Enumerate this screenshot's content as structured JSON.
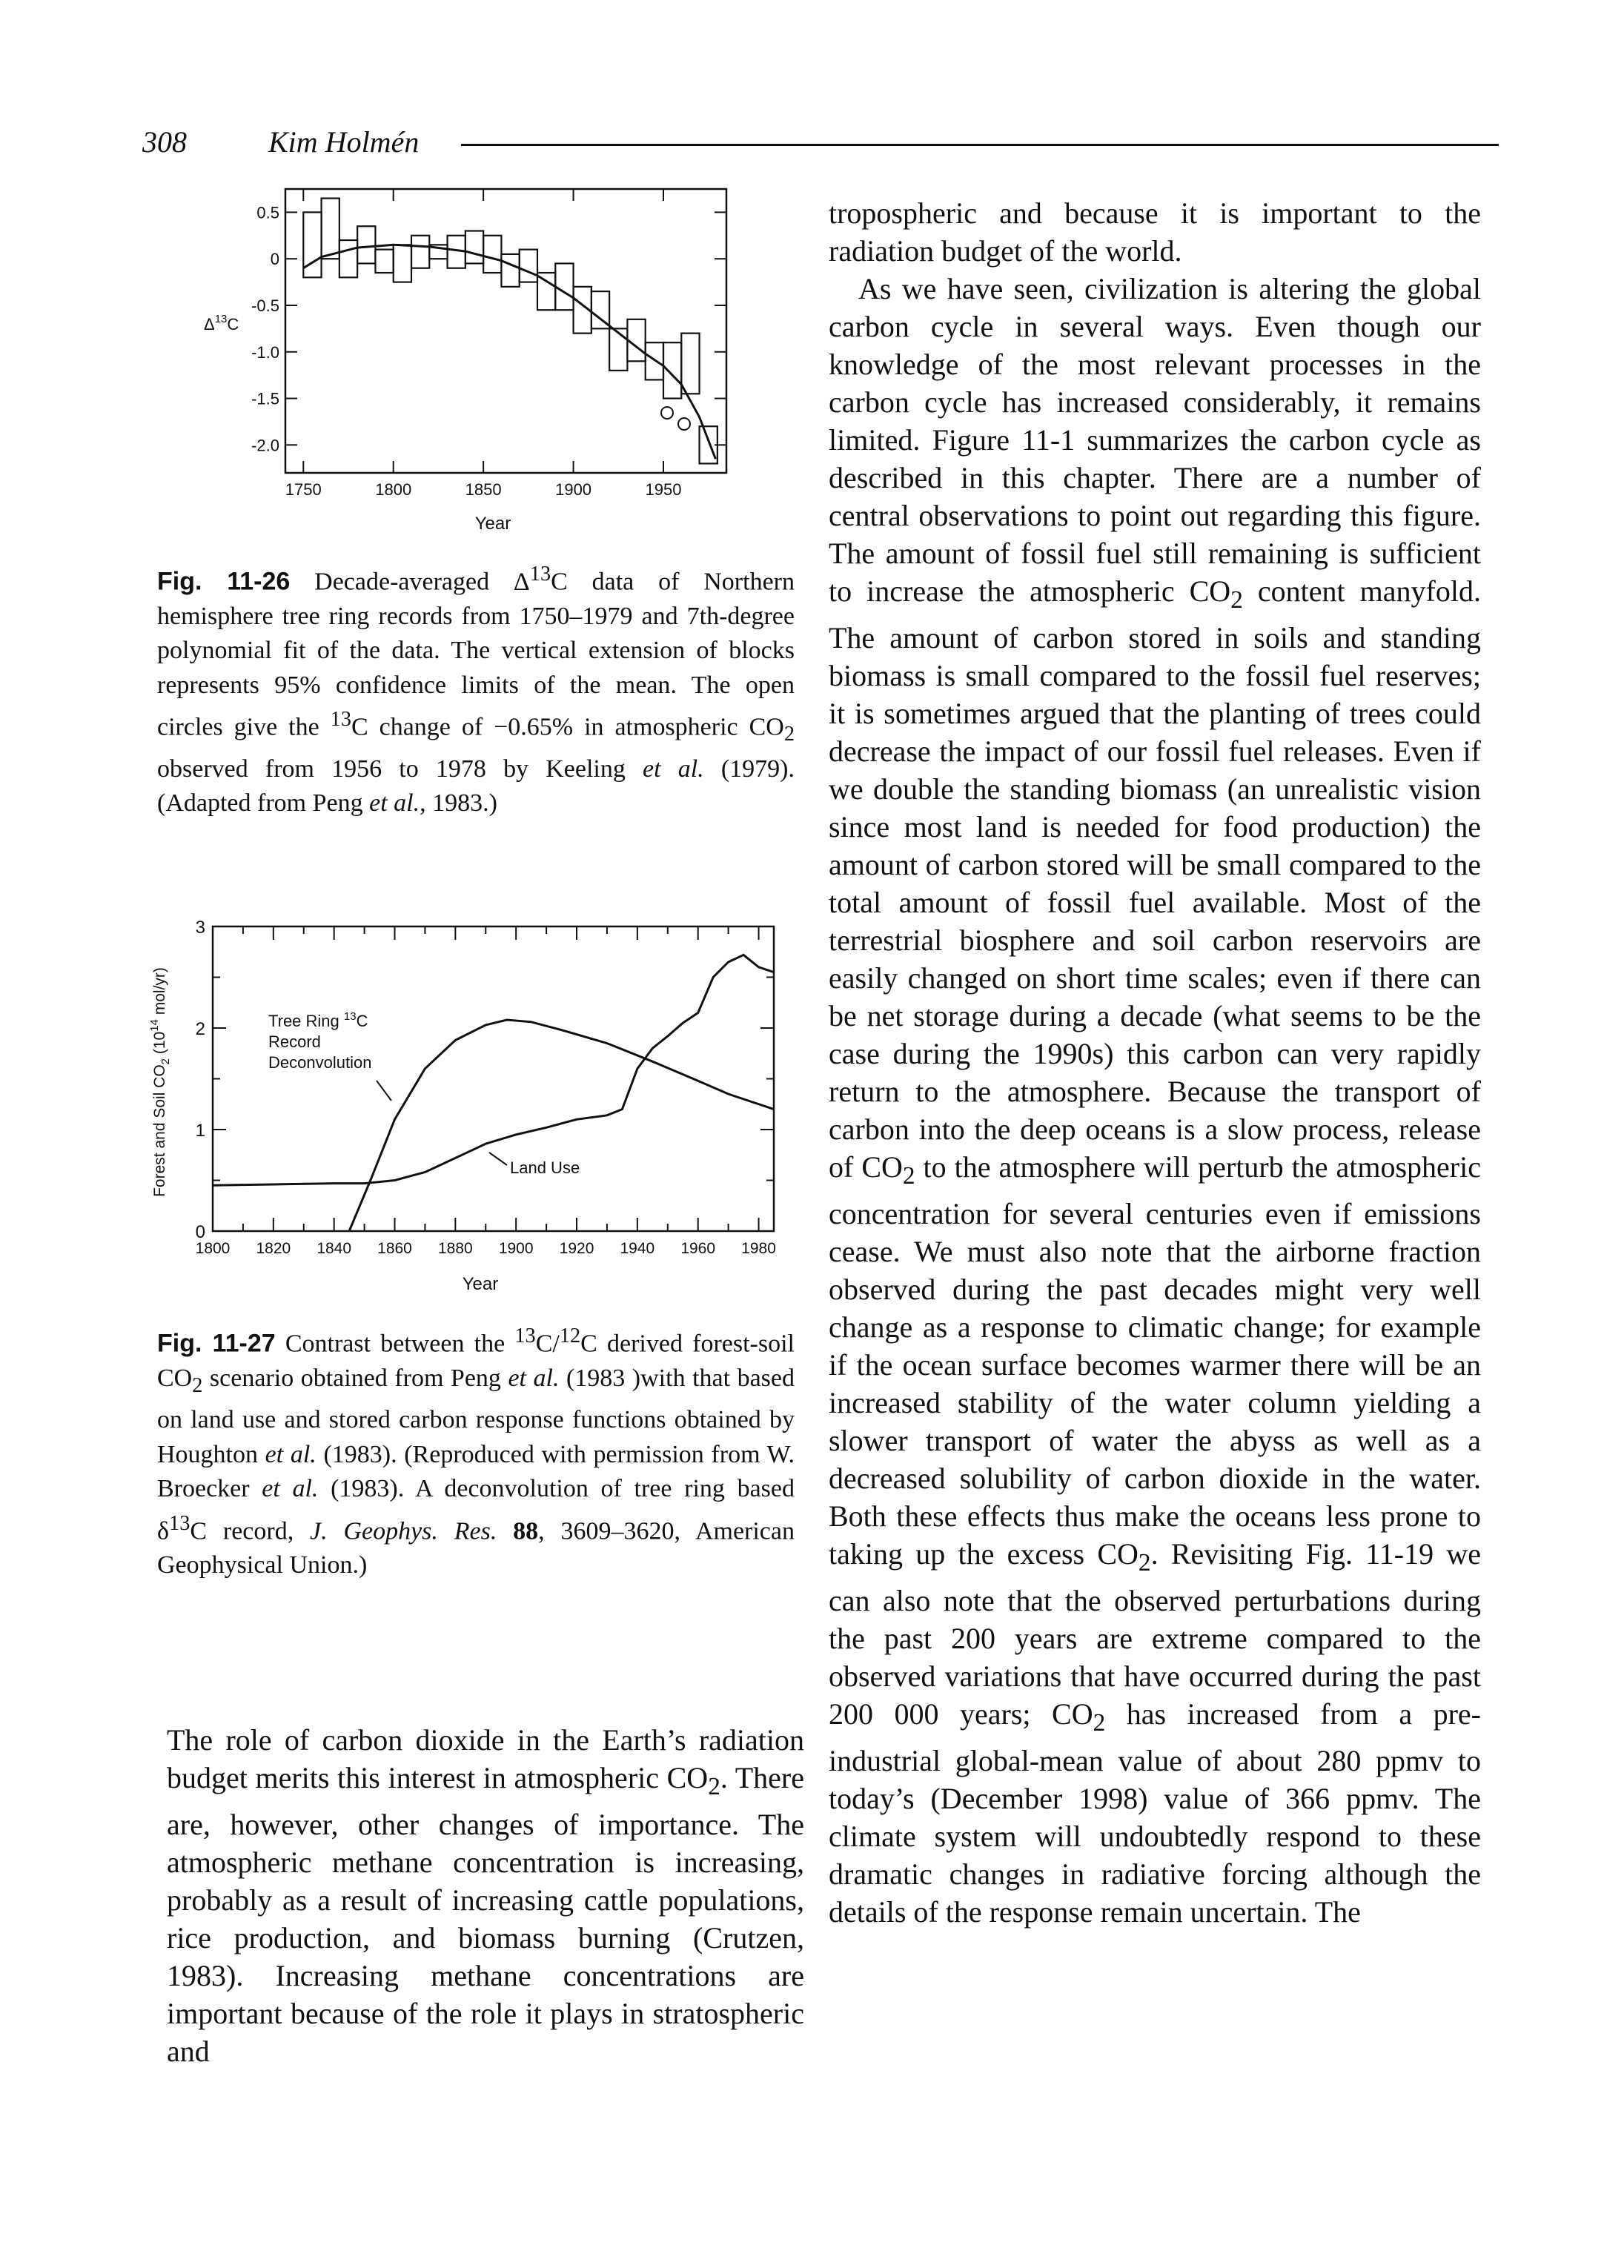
{
  "header": {
    "page_number": "308",
    "author": "Kim Holmén"
  },
  "figures": {
    "fig1": {
      "y_label": "Δ13C",
      "x_label": "Year",
      "y_ticks": [
        "0.5",
        "0",
        "-0.5",
        "-1.0",
        "-1.5",
        "-2.0"
      ],
      "x_ticks": [
        "1750",
        "1800",
        "1850",
        "1900",
        "1950"
      ],
      "caption_label": "Fig. 11-26",
      "caption_text": "Decade-averaged Δ13C data of Northern hemisphere tree ring records from 1750–1979 and 7th-degree polynomial fit of the data. The vertical extension of blocks represents 95% confidence limits of the mean. The open circles give the 13C change of −0.65% in atmospheric CO2 observed from 1956 to 1978 by Keeling et al. (1979). (Adapted from Peng et al., 1983.)"
    },
    "fig2": {
      "y_label": "Forest and Soil CO2 (10^14 mol/yr)",
      "x_label": "Year",
      "y_ticks": [
        "0",
        "1",
        "2",
        "3"
      ],
      "x_ticks": [
        "1800",
        "1820",
        "1840",
        "1860",
        "1880",
        "1900",
        "1920",
        "1940",
        "1960",
        "1980"
      ],
      "annotation_tree_ring_1": "Tree Ring 13C",
      "annotation_tree_ring_2": "Record",
      "annotation_tree_ring_3": "Deconvolution",
      "annotation_land_use": "Land Use",
      "caption_label": "Fig. 11-27",
      "caption_text": "Contrast between the 13C/12C derived forest-soil CO2 scenario obtained from Peng et al. (1983 )with that based on land use and stored carbon response functions obtained by Houghton et al. (1983). (Reproduced with permission from W. Broecker et al. (1983). A deconvolution of tree ring based δ13C record, J. Geophys. Res. 88, 3609–3620, American Geophysical Union.)"
    }
  },
  "chart_data": [
    {
      "type": "bar",
      "title": "",
      "xlabel": "Year",
      "ylabel": "Δ13C",
      "xlim": [
        1740,
        1985
      ],
      "ylim": [
        -2.3,
        0.75
      ],
      "x_ticks": [
        1750,
        1800,
        1850,
        1900,
        1950
      ],
      "y_ticks": [
        0.5,
        0,
        -0.5,
        -1.0,
        -1.5,
        -2.0
      ],
      "series": [
        {
          "name": "decade blocks",
          "x": [
            1755,
            1765,
            1775,
            1785,
            1795,
            1805,
            1815,
            1825,
            1835,
            1845,
            1855,
            1865,
            1875,
            1885,
            1895,
            1905,
            1915,
            1925,
            1935,
            1945,
            1955,
            1965,
            1975
          ],
          "low": [
            -0.2,
            0.0,
            -0.2,
            -0.05,
            -0.15,
            -0.25,
            -0.1,
            0.0,
            -0.1,
            -0.05,
            -0.15,
            -0.3,
            -0.25,
            -0.55,
            -0.55,
            -0.8,
            -0.75,
            -1.2,
            -1.1,
            -1.3,
            -1.5,
            -1.45,
            -2.2
          ],
          "high": [
            0.5,
            0.65,
            0.2,
            0.35,
            0.1,
            0.15,
            0.25,
            0.15,
            0.25,
            0.3,
            0.25,
            0.05,
            0.1,
            -0.15,
            -0.05,
            -0.3,
            -0.35,
            -0.75,
            -0.65,
            -0.9,
            -0.9,
            -0.8,
            -1.8
          ]
        },
        {
          "name": "polynomial fit",
          "x": [
            1750,
            1760,
            1780,
            1800,
            1820,
            1840,
            1860,
            1880,
            1900,
            1920,
            1940,
            1950,
            1960,
            1970,
            1979
          ],
          "y": [
            -0.1,
            0.02,
            0.12,
            0.15,
            0.13,
            0.08,
            -0.02,
            -0.18,
            -0.42,
            -0.72,
            -1.02,
            -1.15,
            -1.35,
            -1.7,
            -2.15
          ]
        }
      ]
    },
    {
      "type": "line",
      "title": "",
      "xlabel": "Year",
      "ylabel": "Forest and Soil CO2 (10^14 mol/yr)",
      "xlim": [
        1800,
        1985
      ],
      "ylim": [
        0,
        3
      ],
      "x_ticks": [
        1800,
        1820,
        1840,
        1860,
        1880,
        1900,
        1920,
        1940,
        1960,
        1980
      ],
      "y_ticks": [
        0,
        1,
        2,
        3
      ],
      "series": [
        {
          "name": "Tree Ring 13C Record Deconvolution",
          "x": [
            1845,
            1852,
            1860,
            1870,
            1880,
            1890,
            1897,
            1905,
            1915,
            1930,
            1945,
            1960,
            1970,
            1985
          ],
          "y": [
            0,
            0.5,
            1.1,
            1.6,
            1.88,
            2.03,
            2.08,
            2.06,
            1.98,
            1.85,
            1.67,
            1.48,
            1.35,
            1.2
          ]
        },
        {
          "name": "Land Use",
          "x": [
            1800,
            1820,
            1840,
            1850,
            1860,
            1870,
            1880,
            1890,
            1900,
            1910,
            1920,
            1930,
            1935,
            1940,
            1945,
            1950,
            1955,
            1960,
            1965,
            1970,
            1975,
            1980,
            1985
          ],
          "y": [
            0.45,
            0.46,
            0.47,
            0.47,
            0.5,
            0.58,
            0.72,
            0.86,
            0.95,
            1.02,
            1.1,
            1.14,
            1.2,
            1.6,
            1.8,
            1.92,
            2.05,
            2.15,
            2.5,
            2.65,
            2.72,
            2.6,
            2.55
          ]
        }
      ]
    }
  ],
  "body": {
    "left_paragraph": "The role of carbon dioxide in the Earth’s radiation budget merits this interest in atmospheric CO2. There are, however, other changes of importance. The atmospheric methane concentration is increasing, probably as a result of increasing cattle populations, rice production, and biomass burning (Crutzen, 1983). Increasing methane concentrations are important because of the role it plays in stratospheric and",
    "right_paragraph_1": "tropospheric and because it is important to the radiation budget of the world.",
    "right_paragraph_2": "As we have seen, civilization is altering the global carbon cycle in several ways. Even though our knowledge of the most relevant processes in the carbon cycle has increased considerably, it remains limited. Figure 11-1 summarizes the carbon cycle as described in this chapter. There are a number of central observations to point out regarding this figure. The amount of fossil fuel still remaining is sufficient to increase the atmospheric CO2 content manyfold. The amount of carbon stored in soils and standing biomass is small compared to the fossil fuel reserves; it is sometimes argued that the planting of trees could decrease the impact of our fossil fuel releases. Even if we double the standing biomass (an unrealistic vision since most land is needed for food production) the amount of carbon stored will be small compared to the total amount of fossil fuel available. Most of the terrestrial biosphere and soil carbon reservoirs are easily changed on short time scales; even if there can be net storage during a decade (what seems to be the case during the 1990s) this carbon can very rapidly return to the atmosphere. Because the transport of carbon into the deep oceans is a slow process, release of CO2 to the atmosphere will perturb the atmospheric concentration for several centuries even if emissions cease. We must also note that the airborne fraction observed during the past decades might very well change as a response to climatic change; for example if the ocean surface becomes warmer there will be an increased stability of the water column yielding a slower transport of water the abyss as well as a decreased solubility of carbon dioxide in the water. Both these effects thus make the oceans less prone to taking up the excess CO2. Revisiting Fig. 11-19 we can also note that the observed perturbations during the past 200 years are extreme compared to the observed variations that have occurred during the past 200 000 years; CO2 has increased from a pre-industrial global-mean value of about 280 ppmv to today’s (December 1998) value of 366 ppmv. The climate system will undoubtedly respond to these dramatic changes in radiative forcing although the details of the response remain uncertain. The"
  }
}
